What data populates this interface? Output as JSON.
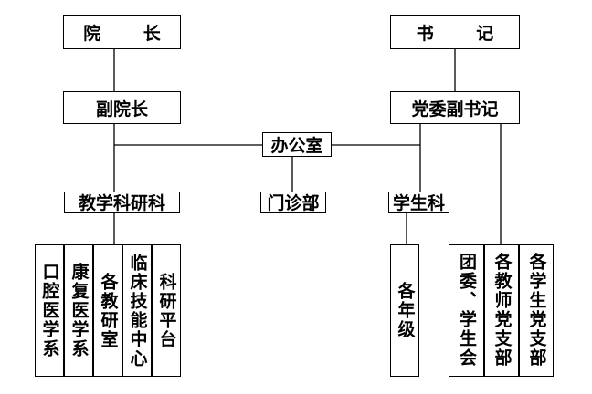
{
  "org_chart": {
    "dean": "院 长",
    "vice_dean": "副院长",
    "secretary": "书 记",
    "deputy_secretary": "党委副书记",
    "office": "办公室",
    "teaching_research": "教学科研科",
    "clinic": "门诊部",
    "student_affairs": "学生科",
    "depts": [
      "口腔医学系",
      "康复医学系",
      "各教研室",
      "临床技能中心",
      "科研平台"
    ],
    "grades": "各年级",
    "student_units": [
      "团委、学生会",
      "各教师党支部",
      "各学生党支部"
    ]
  }
}
